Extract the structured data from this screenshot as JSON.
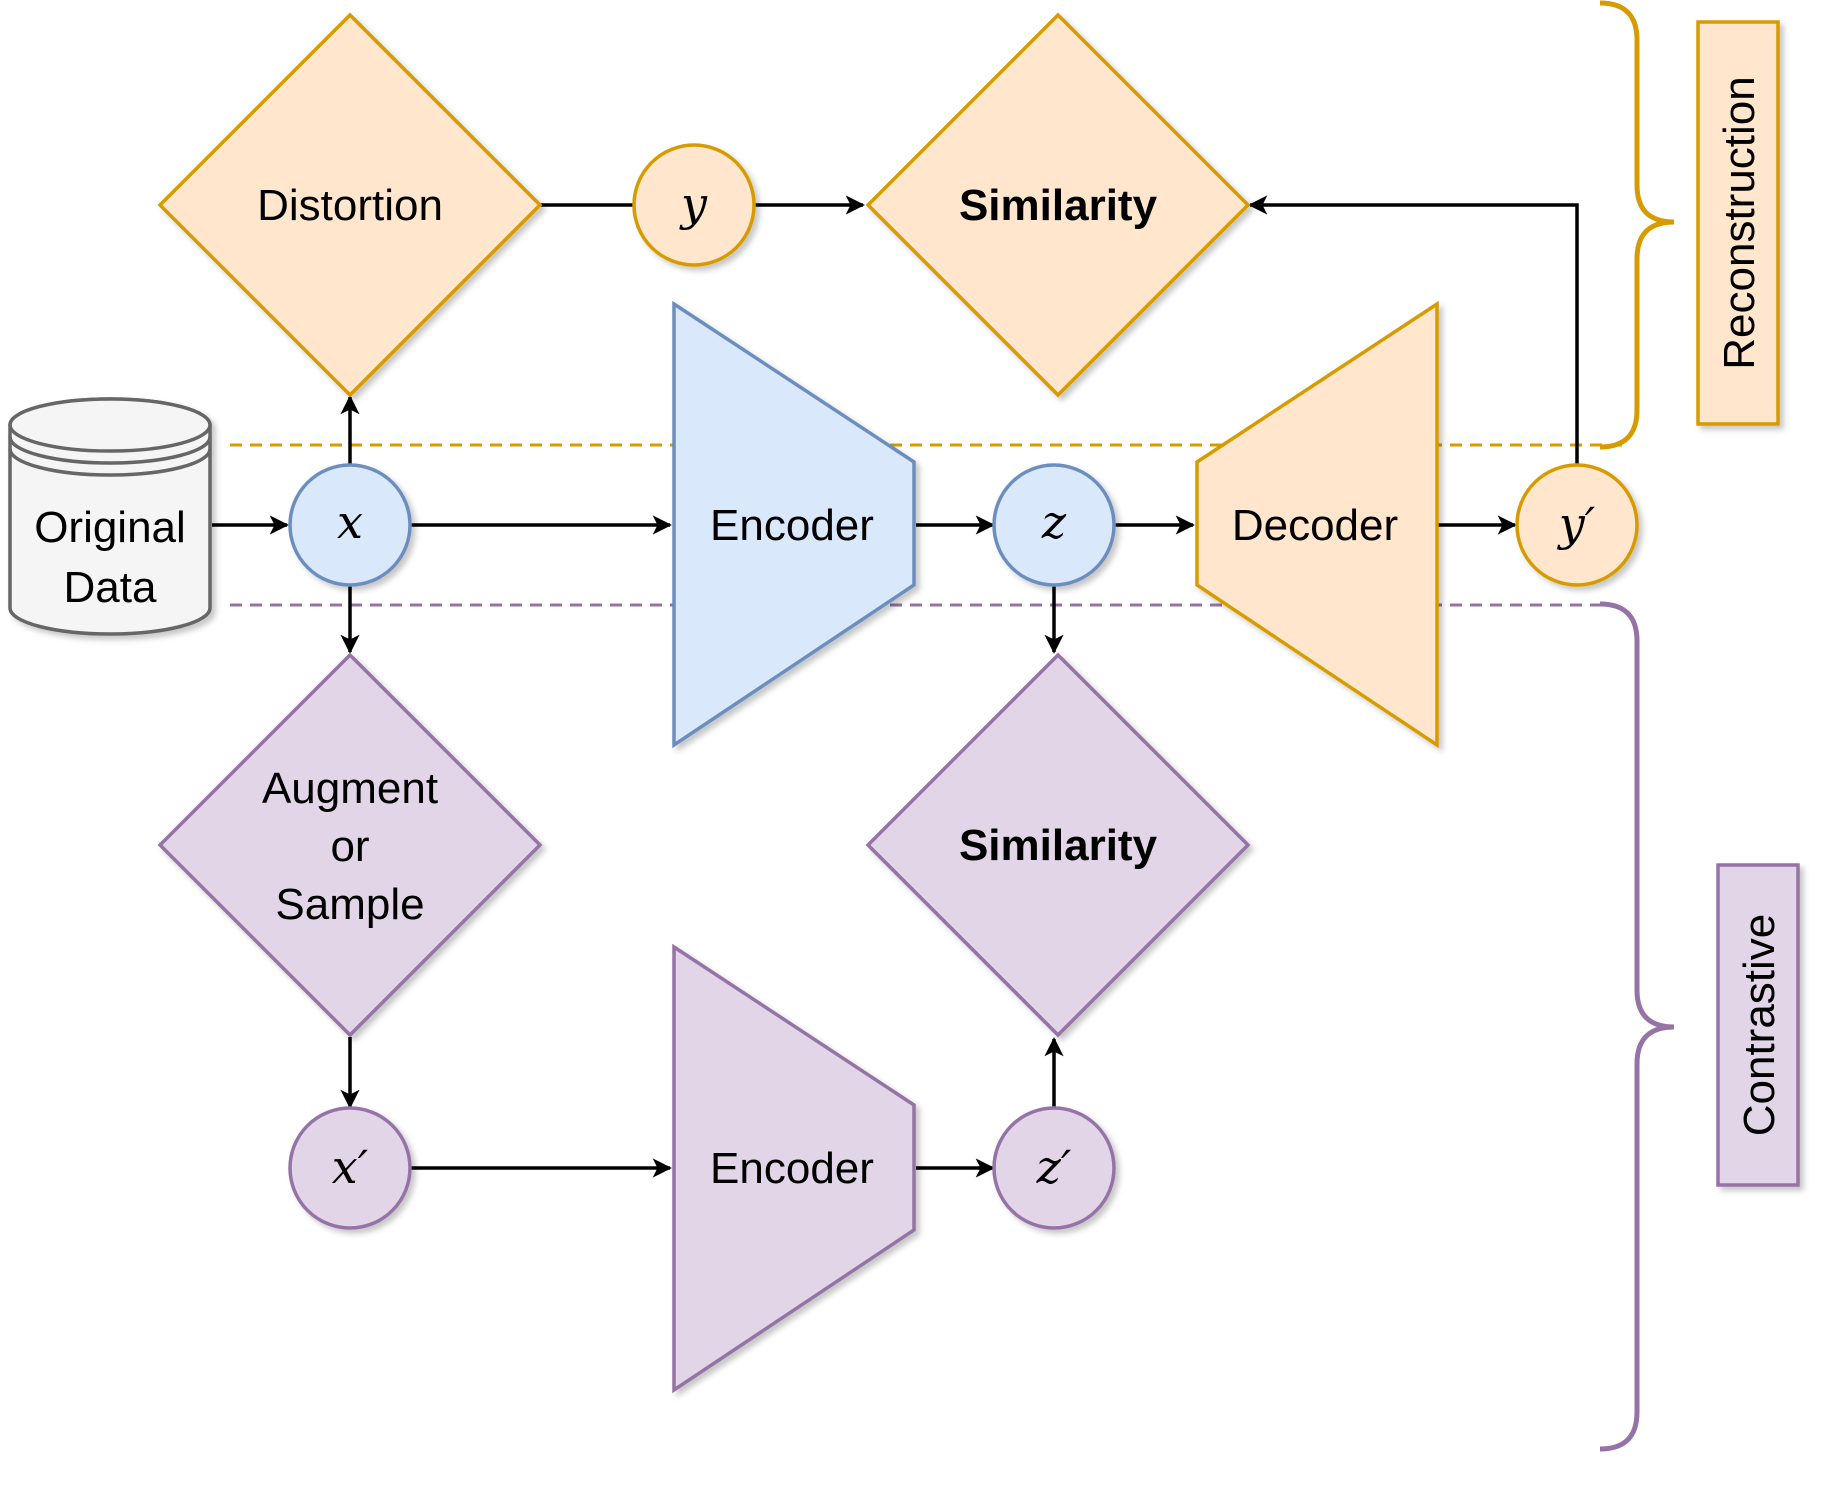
{
  "nodes": {
    "original_data": {
      "line1": "Original",
      "line2": "Data"
    },
    "distortion": "Distortion",
    "y": "y",
    "similarity_top": "Similarity",
    "x": "x",
    "encoder_top": "Encoder",
    "z": "z",
    "decoder": "Decoder",
    "y_prime": "y′",
    "augment": {
      "line1": "Augment",
      "line2": "or",
      "line3": "Sample"
    },
    "similarity_bottom": "Similarity",
    "x_prime": "x′",
    "encoder_bottom": "Encoder",
    "z_prime": "z′"
  },
  "groups": {
    "reconstruction": "Reconstruction",
    "contrastive": "Contrastive"
  },
  "colors": {
    "orange_fill": "#ffe6cc",
    "orange_stroke": "#d79b00",
    "blue_fill": "#dae8fc",
    "blue_stroke": "#6c8ebf",
    "purple_fill": "#e1d5e7",
    "purple_stroke": "#9673a6",
    "gray_fill": "#f5f5f5",
    "gray_stroke": "#666666"
  }
}
